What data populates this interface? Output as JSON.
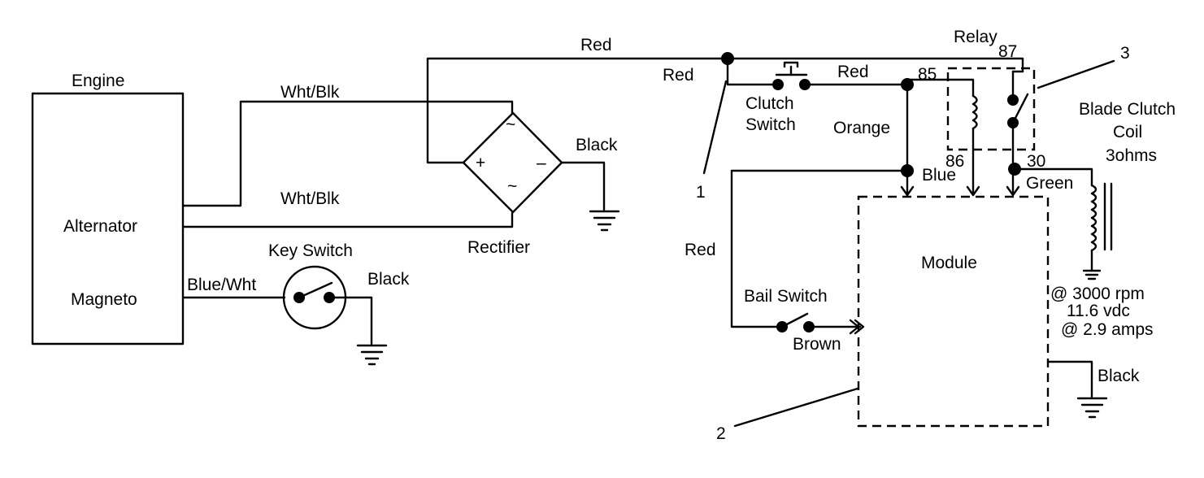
{
  "components": {
    "engine": "Engine",
    "alternator": "Alternator",
    "magneto": "Magneto",
    "rectifier": "Rectifier",
    "key_switch": "Key Switch",
    "clutch_switch_line1": "Clutch",
    "clutch_switch_line2": "Switch",
    "relay": "Relay",
    "module": "Module",
    "bail_switch": "Bail Switch",
    "blade_clutch_line1": "Blade Clutch",
    "blade_clutch_line2": "Coil",
    "blade_clutch_line3": "3ohms"
  },
  "wires": {
    "red_top": "Red",
    "red_junction": "Red",
    "red_clutch": "Red",
    "red_bail": "Red",
    "wht_blk_upper": "Wht/Blk",
    "wht_blk_lower": "Wht/Blk",
    "black_rectifier": "Black",
    "black_key": "Black",
    "black_module": "Black",
    "blue_wht": "Blue/Wht",
    "orange": "Orange",
    "blue": "Blue",
    "green": "Green",
    "brown": "Brown"
  },
  "rectifier_symbols": {
    "plus": "+",
    "minus": "–",
    "ac_top": "~",
    "ac_bottom": "~"
  },
  "relay_pins": {
    "p85": "85",
    "p86": "86",
    "p87": "87",
    "p30": "30"
  },
  "callouts": {
    "c1": "1",
    "c2": "2",
    "c3": "3"
  },
  "specs": {
    "line1": "@ 3000 rpm",
    "line2": "11.6 vdc",
    "line3": "@ 2.9 amps"
  }
}
